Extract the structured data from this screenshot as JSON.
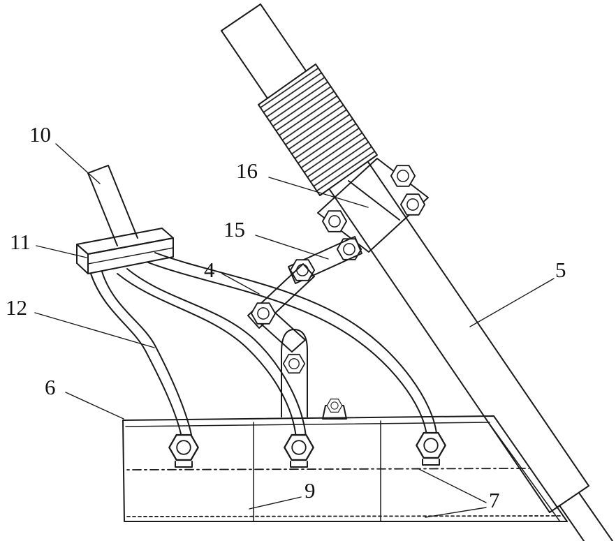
{
  "figure": {
    "type": "patent-technical-drawing",
    "description": "Black-and-white patent-style line drawing of a tine/seeder assembly: an inclined main tube with ribbed sleeve and clamp plate, a small upper tube with clamp, three S-curved spring tines bolted to a trapezoidal base box, with numbered part callouts",
    "background_color": "#ffffff",
    "ink_color": "#1a1a1a",
    "labels": [
      {
        "text": "10"
      },
      {
        "text": "11"
      },
      {
        "text": "12"
      },
      {
        "text": "6"
      },
      {
        "text": "16"
      },
      {
        "text": "15"
      },
      {
        "text": "4"
      },
      {
        "text": "5"
      },
      {
        "text": "9"
      },
      {
        "text": "7"
      }
    ]
  }
}
